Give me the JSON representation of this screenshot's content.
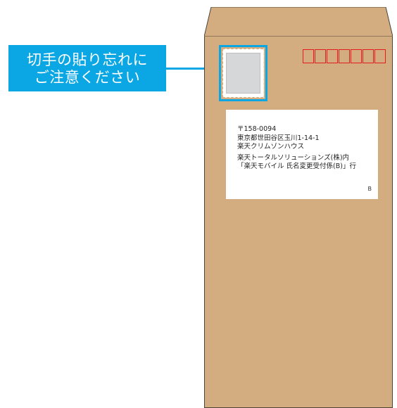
{
  "callout": {
    "line1": "切手の貼り忘れに",
    "line2": "ご注意ください"
  },
  "address": {
    "postal": "〒158-0094",
    "line1": "東京都世田谷区玉川1-14-1",
    "line2": "楽天クリムゾンハウス",
    "line3": "楽天トータルソリューションズ(株)内",
    "line4": "「楽天モバイル 氏名変更受付係(B)」行",
    "code": "B"
  },
  "colors": {
    "accent": "#0aa7e4",
    "envelope": "#d3ad7f",
    "postal_boxes": "#e21d1d"
  },
  "postal_boxes": [
    "",
    "",
    "",
    "",
    "",
    "",
    ""
  ]
}
